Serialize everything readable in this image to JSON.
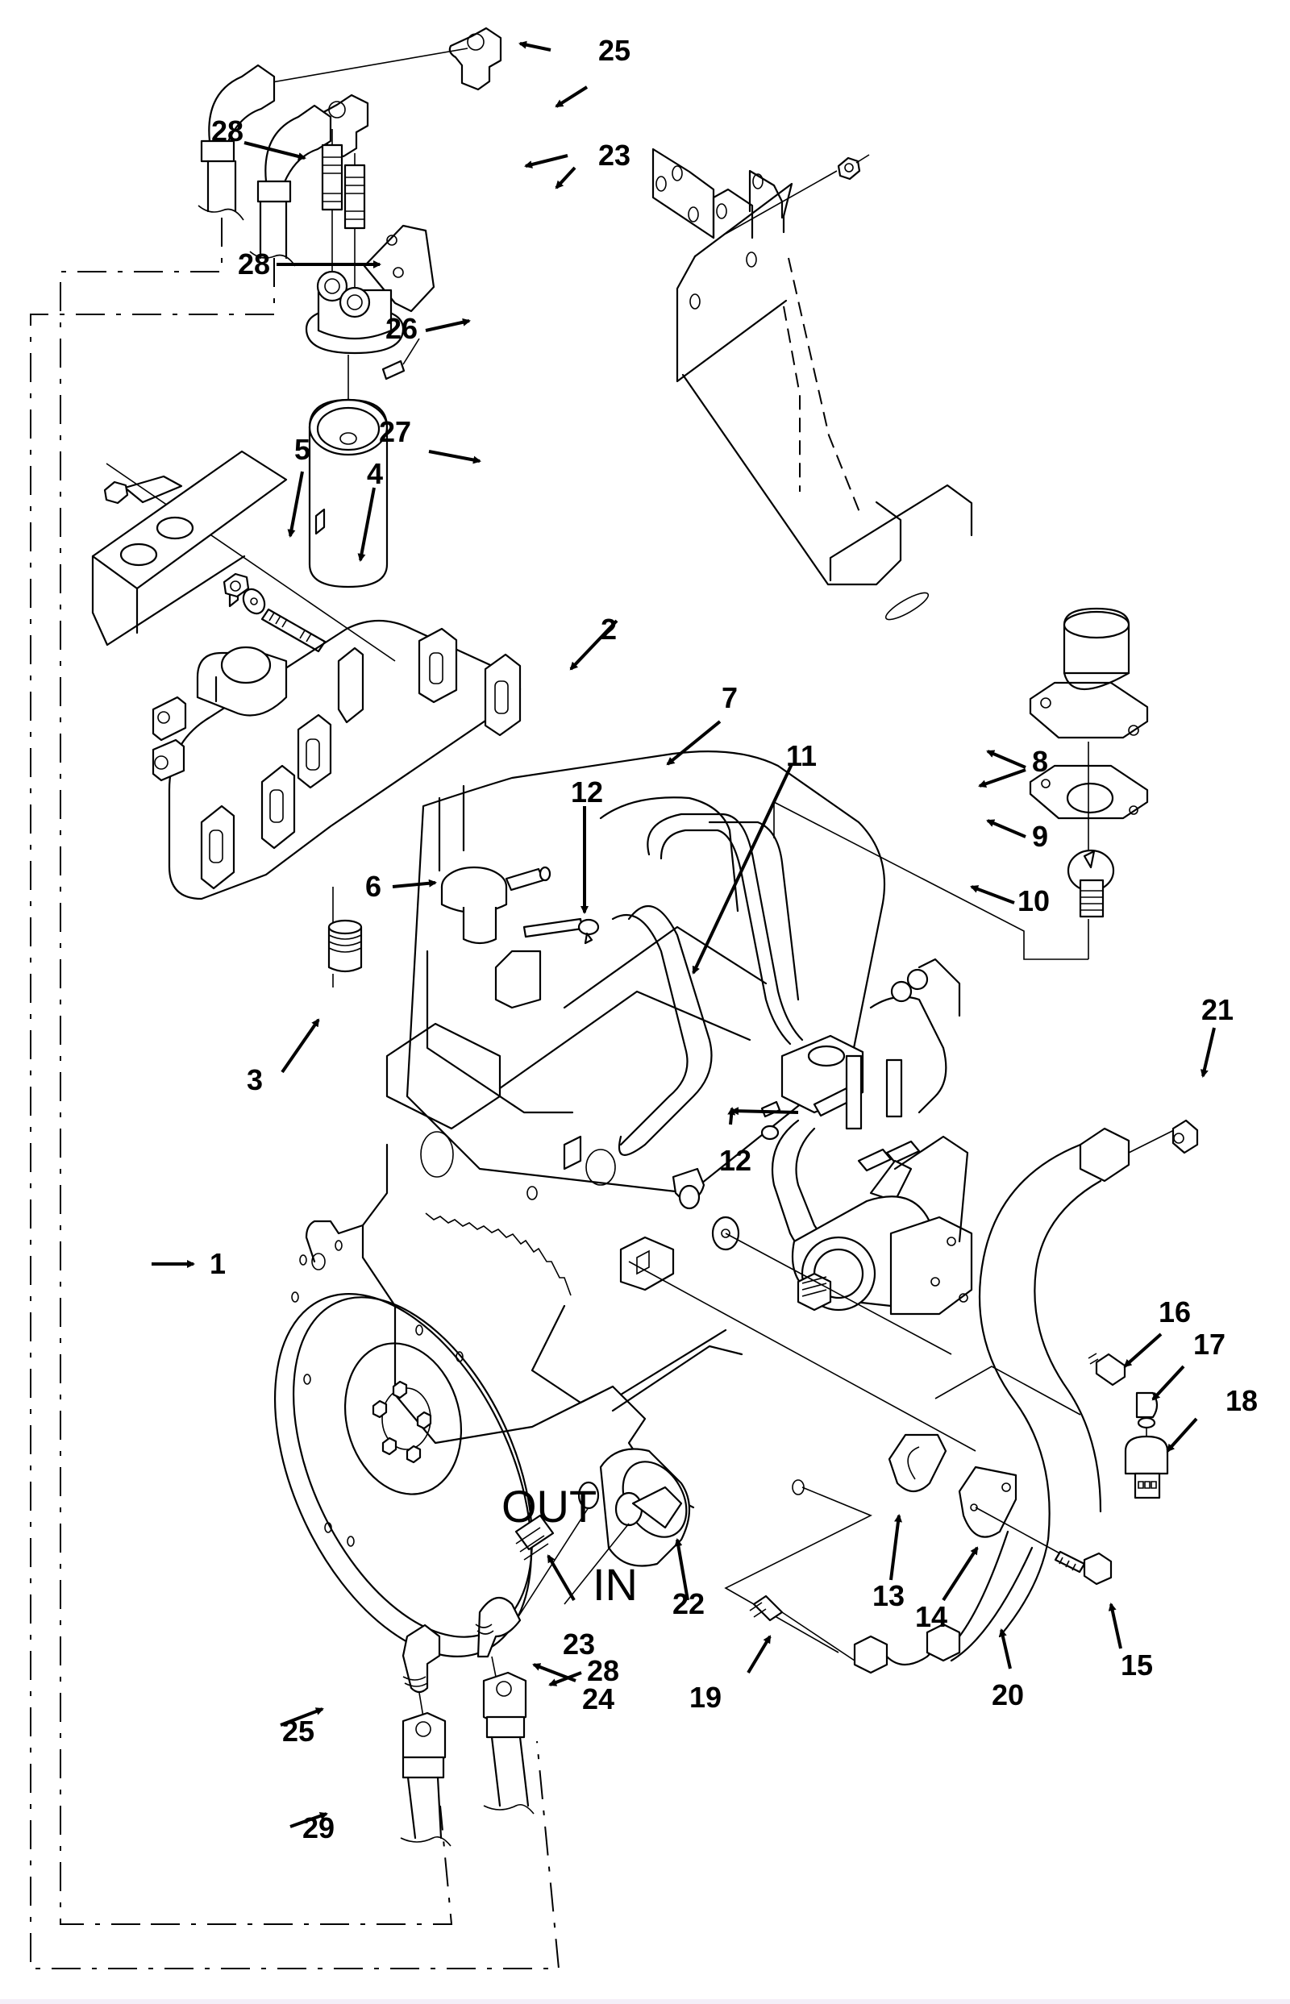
{
  "diagram": {
    "type": "exploded-parts-illustration",
    "subject": "engine assembly with oil filter, thermostat, fuel pump and hose fittings",
    "port_labels": {
      "out": "OUT",
      "in": "IN"
    },
    "callouts": [
      {
        "id": "c1",
        "label": "1",
        "part": "flywheel"
      },
      {
        "id": "c2",
        "label": "2",
        "part": "exhaust-manifold-gasket"
      },
      {
        "id": "c3",
        "label": "3",
        "part": "exhaust-sleeve"
      },
      {
        "id": "c4",
        "label": "4",
        "part": "nut-washer-stud"
      },
      {
        "id": "c5",
        "label": "5",
        "part": "heat-shield-bracket"
      },
      {
        "id": "c6",
        "label": "6",
        "part": "breather-cap"
      },
      {
        "id": "c7",
        "label": "7",
        "part": "temperature-sender"
      },
      {
        "id": "c8",
        "label": "8",
        "part": "thermostat-housing-and-gasket"
      },
      {
        "id": "c9",
        "label": "9",
        "part": "gasket"
      },
      {
        "id": "c10",
        "label": "10",
        "part": "thermostat"
      },
      {
        "id": "c11",
        "label": "11",
        "part": "breather-hose"
      },
      {
        "id": "c12a",
        "label": "12",
        "part": "hose-clamp-upper"
      },
      {
        "id": "c12b",
        "label": "12",
        "part": "hose-clamp-lower"
      },
      {
        "id": "c13",
        "label": "13",
        "part": "fuel-pump-gasket"
      },
      {
        "id": "c14",
        "label": "14",
        "part": "cover-plate"
      },
      {
        "id": "c15",
        "label": "15",
        "part": "bolt"
      },
      {
        "id": "c16",
        "label": "16",
        "part": "adapter"
      },
      {
        "id": "c17",
        "label": "17",
        "part": "elbow"
      },
      {
        "id": "c18",
        "label": "18",
        "part": "oil-pressure-switch"
      },
      {
        "id": "c19",
        "label": "19",
        "part": "connector"
      },
      {
        "id": "c20",
        "label": "20",
        "part": "hose-assembly-lower"
      },
      {
        "id": "c21",
        "label": "21",
        "part": "plug"
      },
      {
        "id": "c22",
        "label": "22",
        "part": "oil-filter-adapter"
      },
      {
        "id": "c23a",
        "label": "23",
        "part": "nipple-upper"
      },
      {
        "id": "c23b",
        "label": "23",
        "part": "nipple-lower"
      },
      {
        "id": "c24",
        "label": "24",
        "part": "elbow-lower"
      },
      {
        "id": "c25a",
        "label": "25",
        "part": "elbow-upper"
      },
      {
        "id": "c25b",
        "label": "25",
        "part": "elbow-lower-left"
      },
      {
        "id": "c26",
        "label": "26",
        "part": "remote-filter-head"
      },
      {
        "id": "c27",
        "label": "27",
        "part": "oil-filter"
      },
      {
        "id": "c28a",
        "label": "28",
        "part": "hose-upper-left"
      },
      {
        "id": "c28b",
        "label": "28",
        "part": "hose-upper-right"
      },
      {
        "id": "c28c",
        "label": "28",
        "part": "hose-lower"
      },
      {
        "id": "c29",
        "label": "29",
        "part": "hose-lower-left"
      }
    ]
  }
}
